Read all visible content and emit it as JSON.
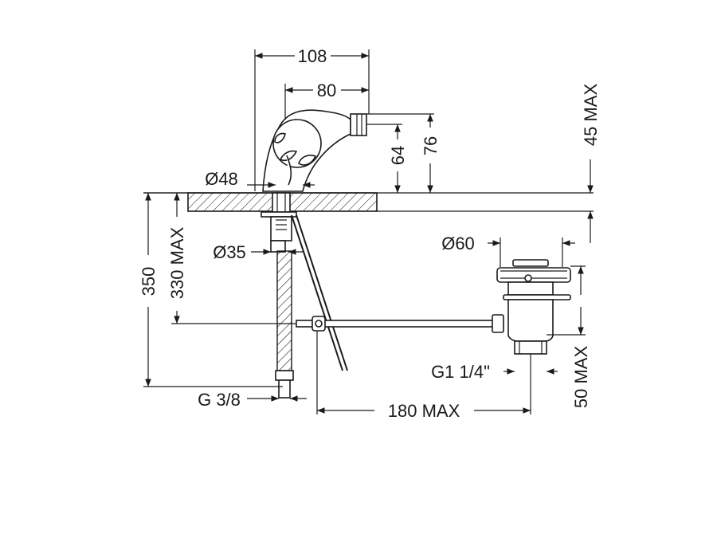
{
  "dimensions": {
    "d108": "108",
    "d80": "80",
    "d64": "64",
    "d76": "76",
    "d45max": "45 MAX",
    "d48": "Ø48",
    "d35": "Ø35",
    "d350": "350",
    "d330max": "330 MAX",
    "d60": "Ø60",
    "g114": "G1 1/4\"",
    "d50max": "50 MAX",
    "g38": "G 3/8",
    "d180max": "180 MAX"
  }
}
